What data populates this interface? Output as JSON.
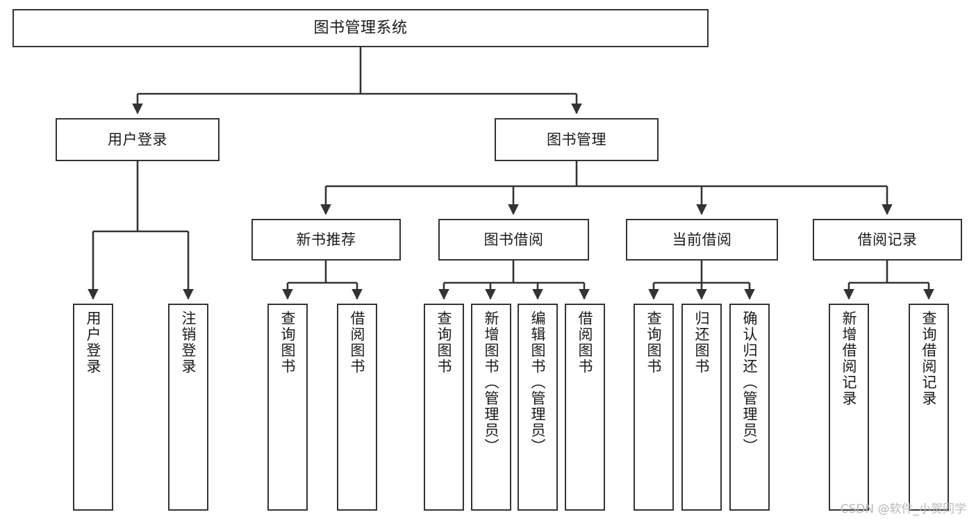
{
  "diagram": {
    "type": "tree",
    "title": "图书管理系统",
    "orientation": "top-down",
    "colors": {
      "box_border": "#333333",
      "box_fill": "#ffffff",
      "edge": "#333333",
      "text": "#1a1a1a",
      "watermark": "#b9b9b9",
      "background": "#ffffff"
    },
    "root": {
      "label": "图书管理系统"
    },
    "level2": [
      {
        "label": "用户登录"
      },
      {
        "label": "图书管理"
      }
    ],
    "level3": [
      {
        "label": "新书推荐"
      },
      {
        "label": "图书借阅"
      },
      {
        "label": "当前借阅"
      },
      {
        "label": "借阅记录"
      }
    ],
    "leaves": {
      "user_login": [
        {
          "label": "用户登录"
        },
        {
          "label": "注销登录"
        }
      ],
      "new_book_recommend": [
        {
          "label": "查询图书"
        },
        {
          "label": "借阅图书"
        }
      ],
      "book_borrow": [
        {
          "label": "查询图书"
        },
        {
          "label": "新增图书（管理员）"
        },
        {
          "label": "编辑图书（管理员）"
        },
        {
          "label": "借阅图书"
        }
      ],
      "current_borrow": [
        {
          "label": "查询图书"
        },
        {
          "label": "归还图书"
        },
        {
          "label": "确认归还（管理员）"
        }
      ],
      "borrow_record": [
        {
          "label": "新增借阅记录"
        },
        {
          "label": "查询借阅记录"
        }
      ]
    }
  },
  "watermark": {
    "text": "CSDN @软件_小贺同学"
  }
}
